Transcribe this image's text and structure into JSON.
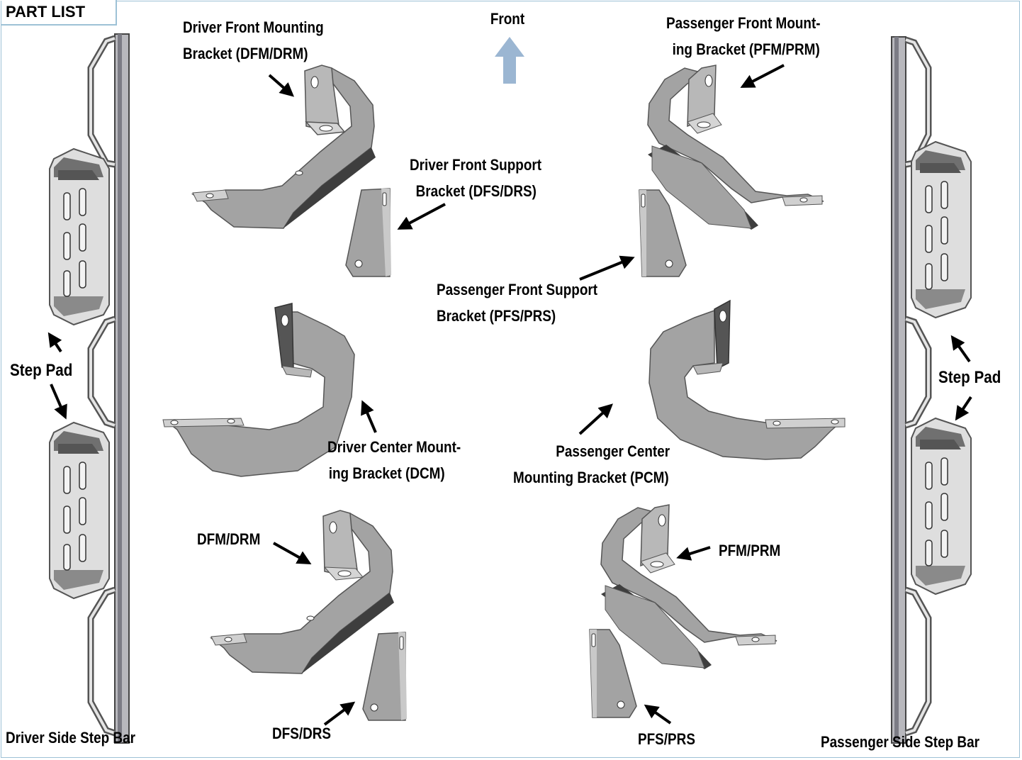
{
  "header": {
    "part_list": "PART LIST"
  },
  "direction": {
    "label": "Front",
    "arrow_color": "#9bb6d2"
  },
  "labels": {
    "dfm_title": [
      "Driver Front Mounting",
      "Bracket (DFM/DRM)"
    ],
    "dfs_title": [
      "Driver Front Support",
      "Bracket (DFS/DRS)"
    ],
    "pfm_title": [
      "Passenger Front Mount-",
      "ing Bracket (PFM/PRM)"
    ],
    "pfs_title": [
      "Passenger Front Support",
      "Bracket (PFS/PRS)"
    ],
    "dcm_title": [
      "Driver Center Mount-",
      "ing Bracket (DCM)"
    ],
    "pcm_title": [
      "Passenger Center",
      "Mounting Bracket (PCM)"
    ],
    "step_pad_left": "Step Pad",
    "step_pad_right": "Step Pad",
    "dfm_short": "DFM/DRM",
    "pfm_short": "PFM/PRM",
    "dfs_short": "DFS/DRS",
    "pfs_short": "PFS/PRS",
    "driver_bar": "Driver Side Step Bar",
    "passenger_bar": "Passenger Side Step Bar"
  },
  "colors": {
    "frame": "#9dc1d6",
    "part_fill": "#a3a3a3",
    "part_dark": "#5f5f5f",
    "pad_fill": "#dcdcdc"
  }
}
